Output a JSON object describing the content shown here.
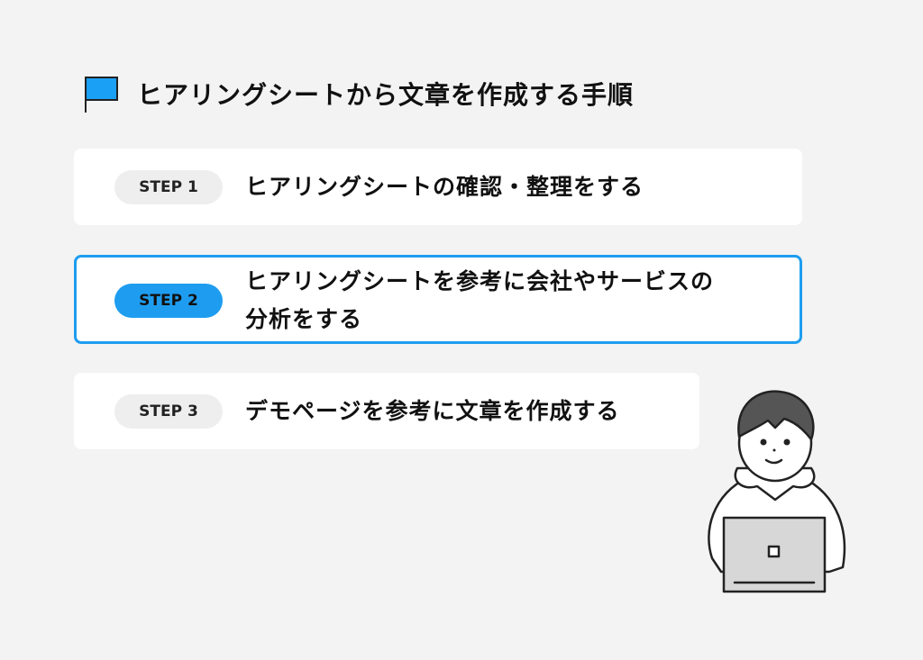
{
  "header": {
    "title": "ヒアリングシートから文章を作成する手順"
  },
  "steps": [
    {
      "badge": "STEP 1",
      "text": "ヒアリングシートの確認・整理をする"
    },
    {
      "badge": "STEP 2",
      "text_line1": "ヒアリングシートを参考に会社やサービスの",
      "text_line2": "分析をする"
    },
    {
      "badge": "STEP 3",
      "text": "デモページを参考に文章を作成する"
    }
  ],
  "colors": {
    "accent": "#1e9df0",
    "background": "#f3f3f3"
  }
}
